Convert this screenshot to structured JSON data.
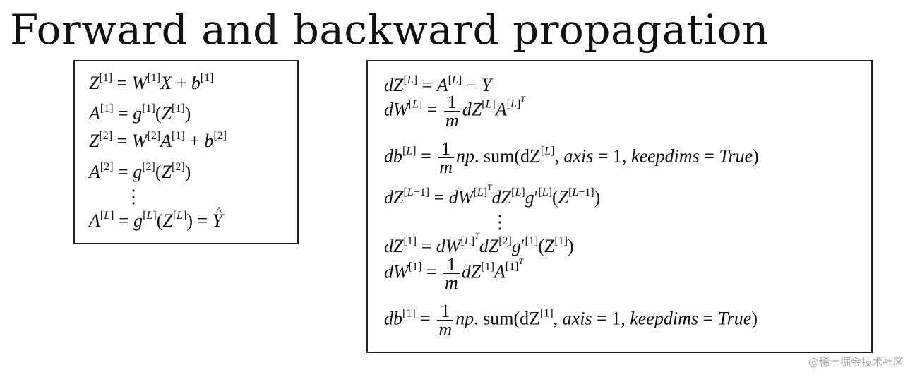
{
  "title": "Forward and backward propagation",
  "forward": {
    "vdots": "⋮",
    "lines": [
      "Z^[1] = W^[1]X + b^[1]",
      "A^[1] = g^[1](Z^[1])",
      "Z^[2] = W^[2]A^[1] + b^[2]",
      "A^[2] = g^[2](Z^[2])",
      "A^[L] = g^[L](Z^[L]) = Ŷ"
    ]
  },
  "backward": {
    "vdots": "⋮",
    "lines": [
      "dZ^[L] = A^[L] − Y",
      "dW^[L] = 1/m dZ^[L]A^[L]^T",
      "db^[L] = 1/m np.sum(dZ^[L], axis = 1, keepdims = True)",
      "dZ^[L−1] = dW^[L]^T dZ^[L]g′^[L](Z^[L−1])",
      "dZ^[1] = dW^[L]^T dZ^[2]g′^[1](Z^[1])",
      "dW^[1] = 1/m dZ^[1]A^[1]^T",
      "db^[1] = 1/m np.sum(dZ^[1], axis = 1, keepdims = True)"
    ]
  },
  "watermark": "@稀土掘金技术社区"
}
